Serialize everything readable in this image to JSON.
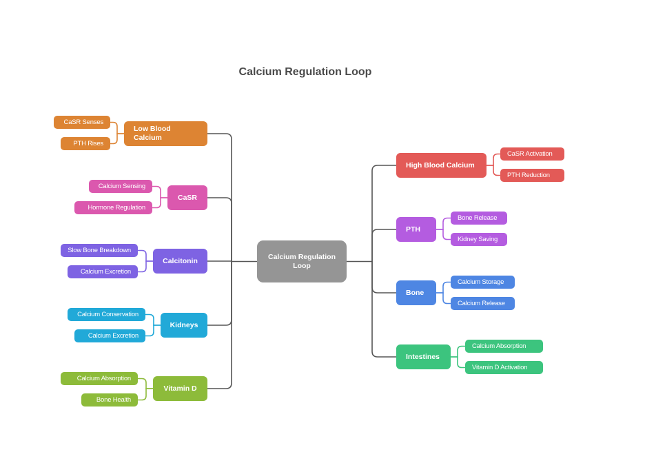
{
  "title": "Calcium Regulation Loop",
  "root": {
    "label": "Calcium Regulation Loop",
    "color": "#959595"
  },
  "connector_color": "#555555",
  "left_branches": [
    {
      "label": "Low Blood Calcium",
      "color": "#DD8433",
      "children": [
        "CaSR Senses",
        "PTH Rises"
      ]
    },
    {
      "label": "CaSR",
      "color": "#DB58AE",
      "children": [
        "Calcium Sensing",
        "Hormone Regulation"
      ]
    },
    {
      "label": "Calcitonin",
      "color": "#7E63E3",
      "children": [
        "Slow Bone Breakdown",
        "Calcium Excretion"
      ]
    },
    {
      "label": "Kidneys",
      "color": "#21A9D8",
      "children": [
        "Calcium Conservation",
        "Calcium Excretion"
      ]
    },
    {
      "label": "Vitamin D",
      "color": "#8DBB3A",
      "children": [
        "Calcium Absorption",
        "Bone Health"
      ]
    }
  ],
  "right_branches": [
    {
      "label": "High Blood Calcium",
      "color": "#E35A57",
      "children": [
        "CaSR Activation",
        "PTH Reduction"
      ]
    },
    {
      "label": "PTH",
      "color": "#B45CE0",
      "children": [
        "Bone Release",
        "Kidney Saving"
      ]
    },
    {
      "label": "Bone",
      "color": "#4E86E3",
      "children": [
        "Calcium Storage",
        "Calcium Release"
      ]
    },
    {
      "label": "Intestines",
      "color": "#3CC47E",
      "children": [
        "Calcium Absorption",
        "Vitamin D Activation"
      ]
    }
  ]
}
